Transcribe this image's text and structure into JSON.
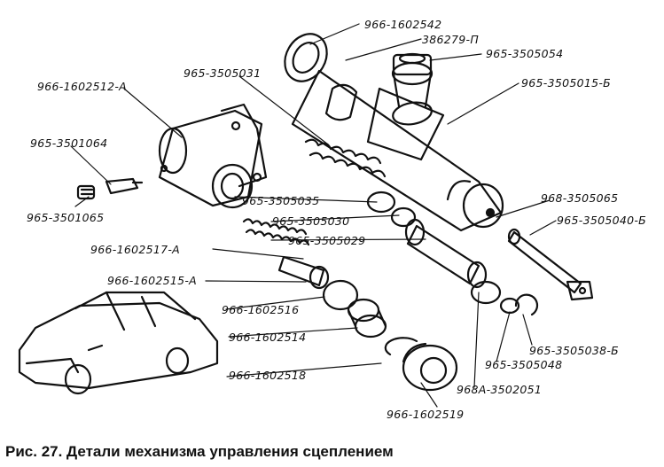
{
  "caption": "Рис. 27. Детали механизма управления сцеплением",
  "labels": {
    "l1": "966-1602542",
    "l2": "386279-П",
    "l3": "965-3505054",
    "l4": "965-3505015-Б",
    "l5": "965-3505031",
    "l6": "966-1602512-А",
    "l7": "965-3501064",
    "l8": "965-3501065",
    "l9": "965-3505035",
    "l10": "965-3505030",
    "l11": "965-3505029",
    "l12": "968-3505065",
    "l13": "965-3505040-Б",
    "l14": "966-1602517-А",
    "l15": "966-1602515-А",
    "l16": "966-1602516",
    "l17": "966-1602514",
    "l18": "966-1602518",
    "l19": "966-1602519",
    "l20": "965-3505038-Б",
    "l21": "965-3505048",
    "l22": "968А-3502051"
  }
}
